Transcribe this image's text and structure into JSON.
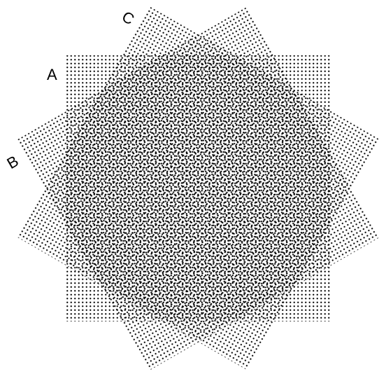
{
  "figure": {
    "labels": {
      "a": "A",
      "b": "B",
      "c": "C"
    },
    "grids": [
      {
        "id": "A",
        "rotation_deg": 0
      },
      {
        "id": "B",
        "rotation_deg": -30
      },
      {
        "id": "C",
        "rotation_deg": 30
      }
    ],
    "colors": {
      "dot": "#000000",
      "background": "#ffffff"
    }
  }
}
